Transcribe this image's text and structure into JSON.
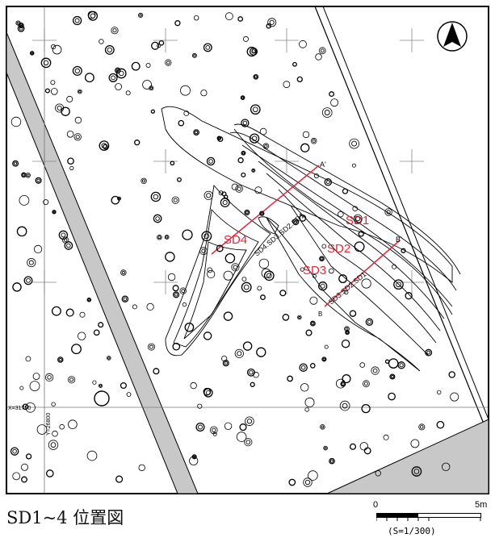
{
  "caption": "SD1~4 位置図",
  "scale": {
    "zero": "0",
    "max": "5m",
    "ratio": "(S=1/300)"
  },
  "grid_labels": {
    "x": "X=31750",
    "y": "Y=26800"
  },
  "features": {
    "sd1": "SD1",
    "sd2": "SD2",
    "sd3": "SD3",
    "sd4": "SD4",
    "section_a_start": "SD4.SD3.SD2.SD1",
    "section_a_end": "A'",
    "section_b_start": "SD3.SD2.SD1",
    "section_b_end": "B'",
    "section_b_label": "B"
  },
  "colors": {
    "feature_label": "#e0283c",
    "road": "#c8c8c8",
    "line": "#000000"
  },
  "north_icon": "north-arrow-icon"
}
